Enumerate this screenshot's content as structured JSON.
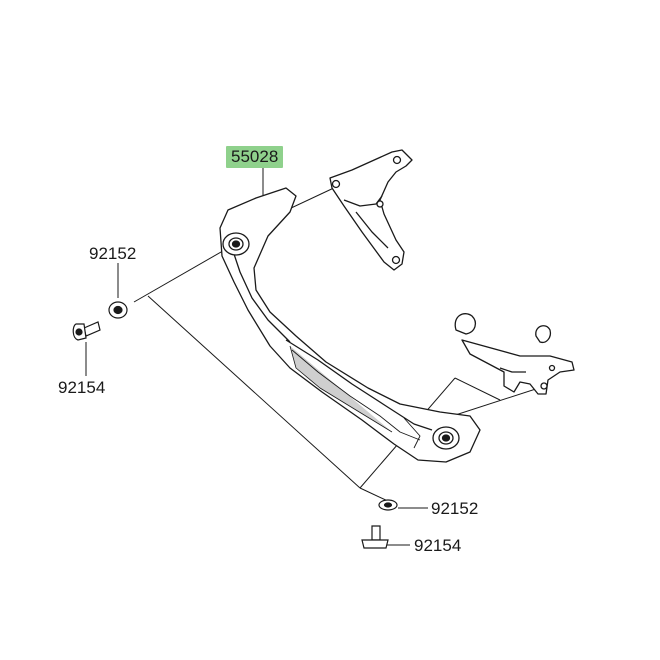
{
  "parts": [
    {
      "id": "main",
      "number": "55028",
      "highlighted": true
    },
    {
      "id": "washer_left",
      "number": "92152"
    },
    {
      "id": "bolt_left",
      "number": "92154"
    },
    {
      "id": "washer_right",
      "number": "92152"
    },
    {
      "id": "bolt_right",
      "number": "92154"
    }
  ],
  "colors": {
    "highlight": "#8fd18c",
    "line": "#1a1a1a",
    "part_fill": "#ffffff",
    "shade": "#cfcfcf"
  }
}
